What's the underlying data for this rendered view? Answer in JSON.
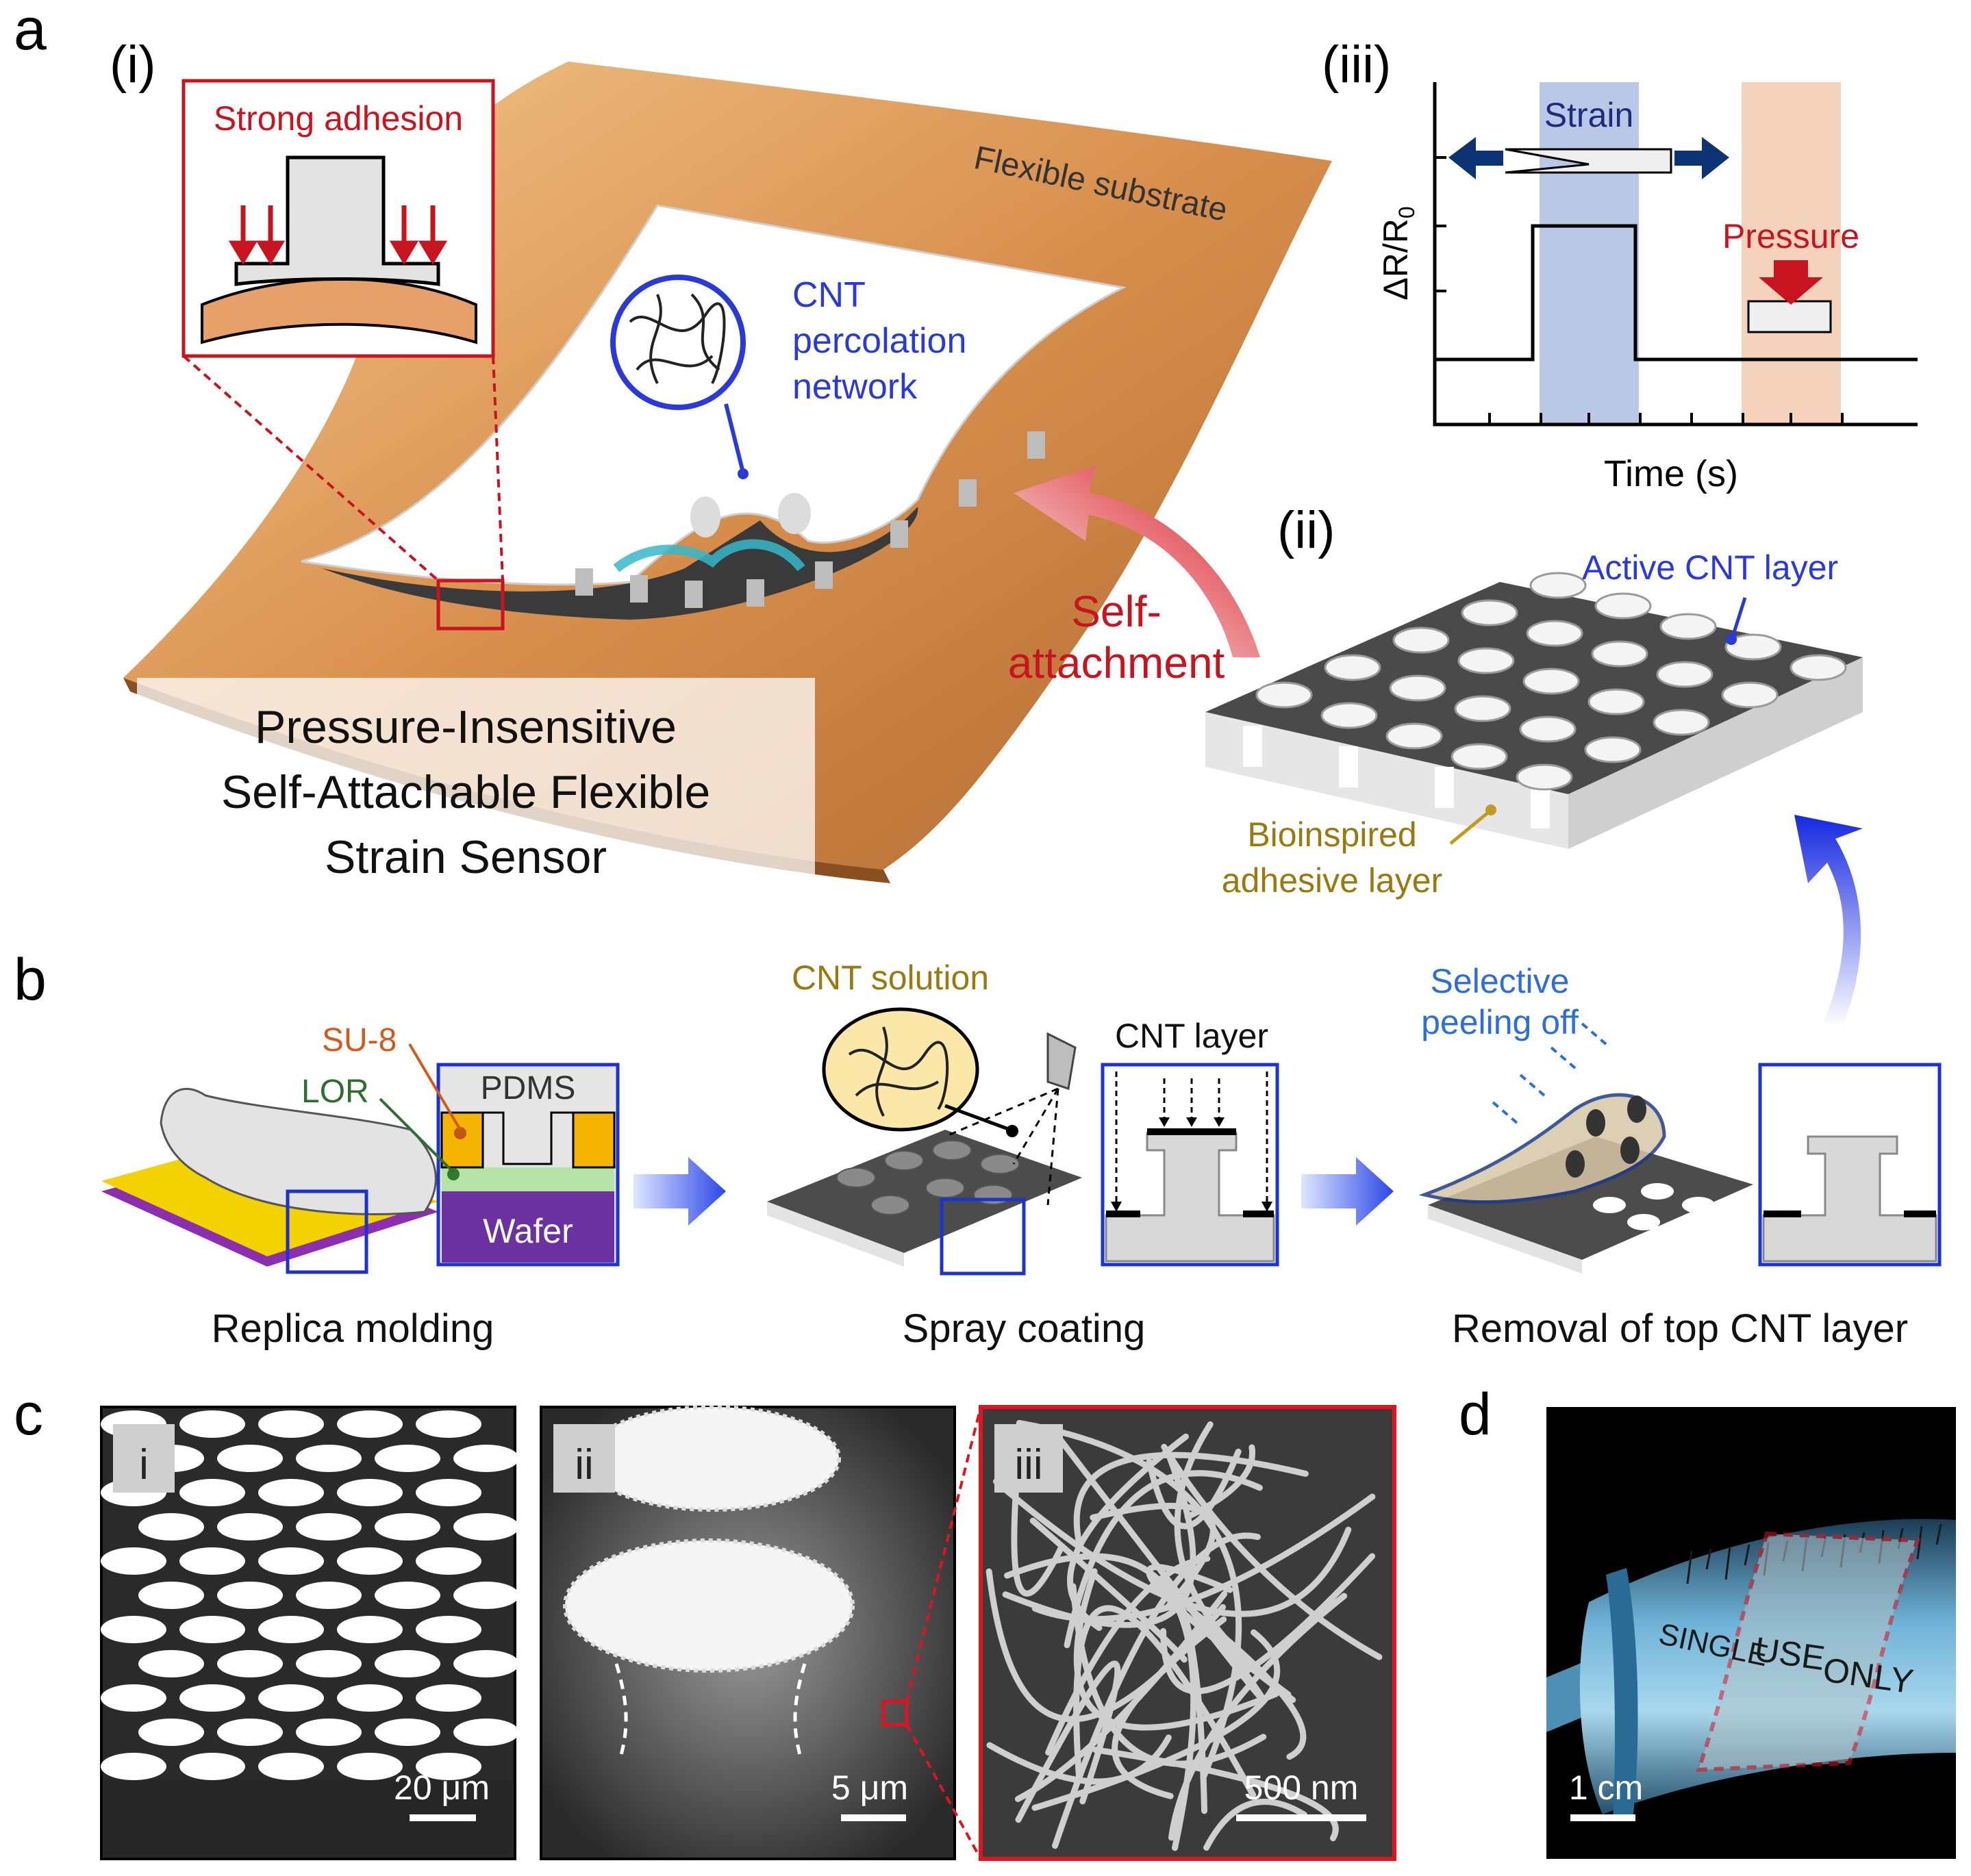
{
  "panel_a": {
    "label": "a",
    "sub_i": "(i)",
    "sub_ii": "(ii)",
    "sub_iii": "(iii)",
    "strong_adhesion": "Strong adhesion",
    "flexible_substrate": "Flexible substrate",
    "cnt_line1": "CNT",
    "cnt_line2": "percolation",
    "cnt_line3": "network",
    "title_line1": "Pressure-Insensitive",
    "title_line2": "Self-Attachable Flexible",
    "title_line3": "Strain Sensor",
    "self_attach_line1": "Self-",
    "self_attach_line2": "attachment",
    "active_cnt_layer": "Active CNT layer",
    "bioinspired_line1": "Bioinspired",
    "bioinspired_line2": "adhesive layer",
    "graph_strain": "Strain",
    "graph_pressure": "Pressure",
    "graph_ylabel": "ΔR/R",
    "graph_ylabel_sub": "0",
    "graph_xlabel": "Time (s)"
  },
  "panel_b": {
    "label": "b",
    "su8": "SU-8",
    "lor": "LOR",
    "pdms": "PDMS",
    "wafer": "Wafer",
    "cnt_solution": "CNT solution",
    "cnt_layer": "CNT layer",
    "selective_line1": "Selective",
    "selective_line2": "peeling off",
    "step1": "Replica molding",
    "step2": "Spray coating",
    "step3": "Removal of top CNT layer"
  },
  "panel_c": {
    "label": "c",
    "i": "i",
    "ii": "ii",
    "iii": "iii",
    "scale_i": "20 μm",
    "scale_ii": "5 μm",
    "scale_iii": "500 nm"
  },
  "panel_d": {
    "label": "d",
    "syringe_text1": "SINGLE",
    "syringe_text2": "USE",
    "syringe_text3": "ONLY",
    "scale": "1 cm"
  },
  "colors": {
    "red": "#c8141e",
    "blue": "#1e32d2",
    "gold": "#9a7a10",
    "orange_substrate": "#d99a5a",
    "strain_band": "#b8c8e6",
    "pressure_band": "#f5d2bc",
    "purple_wafer": "#6c31a0",
    "su8_yellow": "#f4b400"
  }
}
